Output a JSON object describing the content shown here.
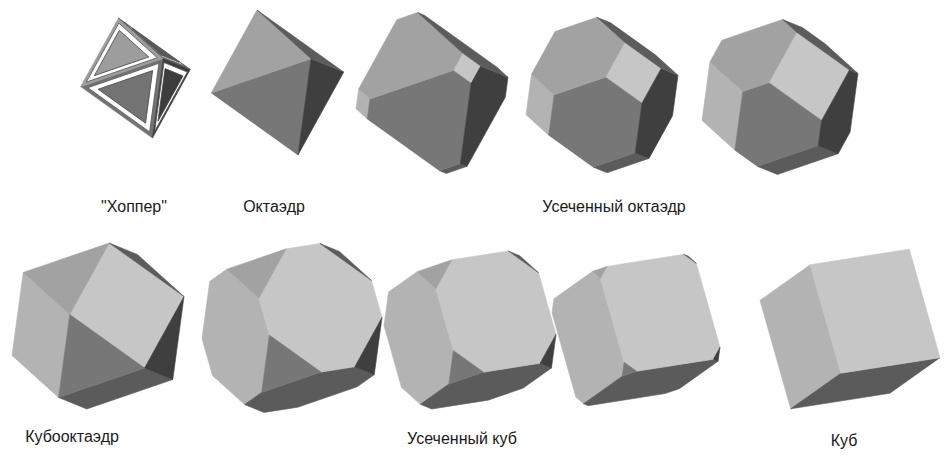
{
  "diagram": {
    "labels": [
      "\"Хоппер\"",
      "Октаэдр",
      "Усеченный октаэдр",
      "Кубооктаэдр",
      "Усеченный куб",
      "Куб"
    ]
  }
}
